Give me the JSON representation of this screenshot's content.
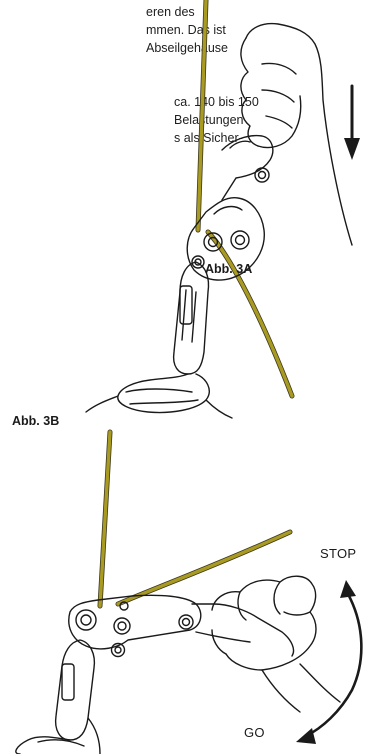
{
  "text_fragment_top": [
    "eren des",
    "mmen. Das ist",
    "Abseilgehäuse"
  ],
  "text_fragment_lower": [
    "ca. 140 bis 150",
    "Belastungen",
    "s als Sicher-"
  ],
  "figure_a_caption": "Abb. 3A",
  "figure_b_caption": "Abb. 3B",
  "stop_label": "STOP",
  "go_label": "GO",
  "colors": {
    "rope": "#a99a22",
    "rope_outline": "#3c3820",
    "line": "#1a1a1a"
  }
}
